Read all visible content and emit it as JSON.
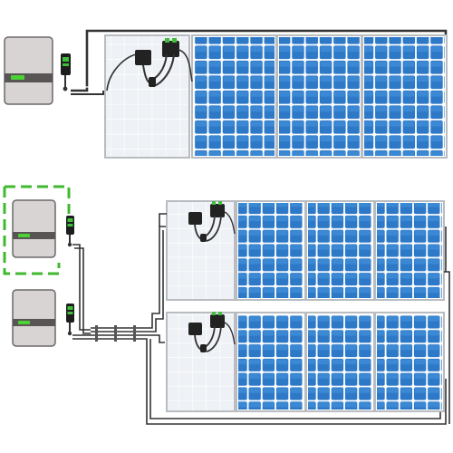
{
  "diagram": {
    "description_in_image": "",
    "systems": [
      {
        "id": "single-inverter-system",
        "inverters": [
          {
            "id": "inverter-1",
            "highlighted": false
          }
        ],
        "panel_rows": [
          {
            "id": "row-1",
            "panels": [
              {
                "type": "back"
              },
              {
                "type": "front"
              },
              {
                "type": "front"
              },
              {
                "type": "front"
              }
            ]
          }
        ]
      },
      {
        "id": "dual-inverter-system",
        "inverters": [
          {
            "id": "inverter-2",
            "highlighted": true
          },
          {
            "id": "inverter-3",
            "highlighted": false
          }
        ],
        "panel_rows": [
          {
            "id": "row-2",
            "panels": [
              {
                "type": "back"
              },
              {
                "type": "front"
              },
              {
                "type": "front"
              },
              {
                "type": "front"
              }
            ]
          },
          {
            "id": "row-3",
            "panels": [
              {
                "type": "back"
              },
              {
                "type": "front"
              },
              {
                "type": "front"
              },
              {
                "type": "front"
              }
            ]
          }
        ]
      }
    ]
  },
  "colors": {
    "inverter_body": "#d8d4d4",
    "inverter_border": "#6d6868",
    "inverter_stripe": "#5a5555",
    "inverter_led": "#4cd137",
    "highlight_dashed": "#3fb92e",
    "panel_cell": "#2e79c7",
    "panel_cell_light": "#5aa0e0",
    "panel_frame": "#b9bcc0",
    "panel_back": "#eef1f5",
    "panel_back_grid": "#ffffff",
    "junction_box": "#222222",
    "cable": "#333333",
    "connector_green": "#3fbf3a"
  },
  "icons": {
    "inverter": "inverter-icon",
    "dc_switch": "dc-switch-icon",
    "junction_box": "junction-box-icon",
    "connector": "mc4-connector-icon"
  }
}
